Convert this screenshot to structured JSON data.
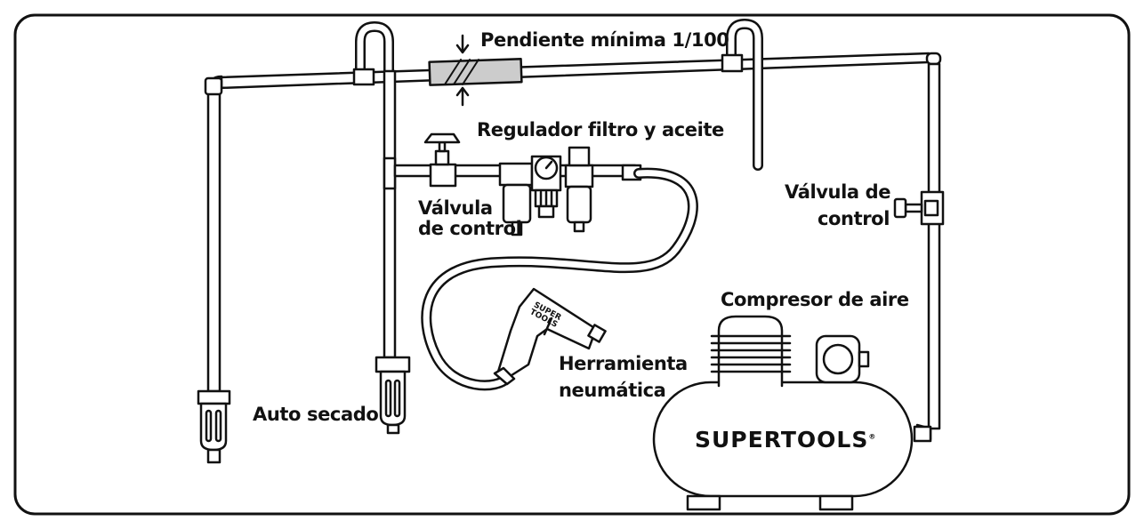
{
  "labels": {
    "slope": "Pendiente mínima 1/100",
    "regulator": "Regulador filtro y aceite",
    "valve_left_line1": "Válvula",
    "valve_left_line2": "de control",
    "valve_right_line1": "Válvula de",
    "valve_right_line2": "control",
    "compressor": "Compresor de aire",
    "tool_line1": "Herramienta",
    "tool_line2": "neumática",
    "auto_dry": "Auto secado"
  },
  "brand": {
    "tank": "SUPERTOOLS",
    "tank_mark": "®",
    "gun_line1": "SUPER",
    "gun_line2": "TOOLS"
  },
  "colors": {
    "line": "#111111",
    "slope_hatch": "#cccccc",
    "background": "#ffffff"
  }
}
